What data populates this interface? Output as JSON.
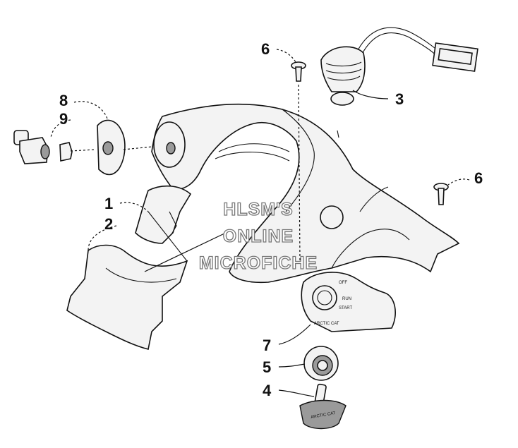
{
  "callouts": {
    "c1": "1",
    "c2": "2",
    "c3": "3",
    "c4": "4",
    "c5": "5",
    "c6a": "6",
    "c6b": "6",
    "c7": "7",
    "c8": "8",
    "c9": "9"
  },
  "watermark": {
    "line1": "HLSM'S",
    "line2": "ONLINE",
    "line3": "MICROFICHE"
  },
  "ignition_plate": {
    "brand": "ARCTIC CAT",
    "positions": [
      "OFF",
      "RUN",
      "START"
    ]
  },
  "key": {
    "brand": "ARCTIC CAT"
  }
}
